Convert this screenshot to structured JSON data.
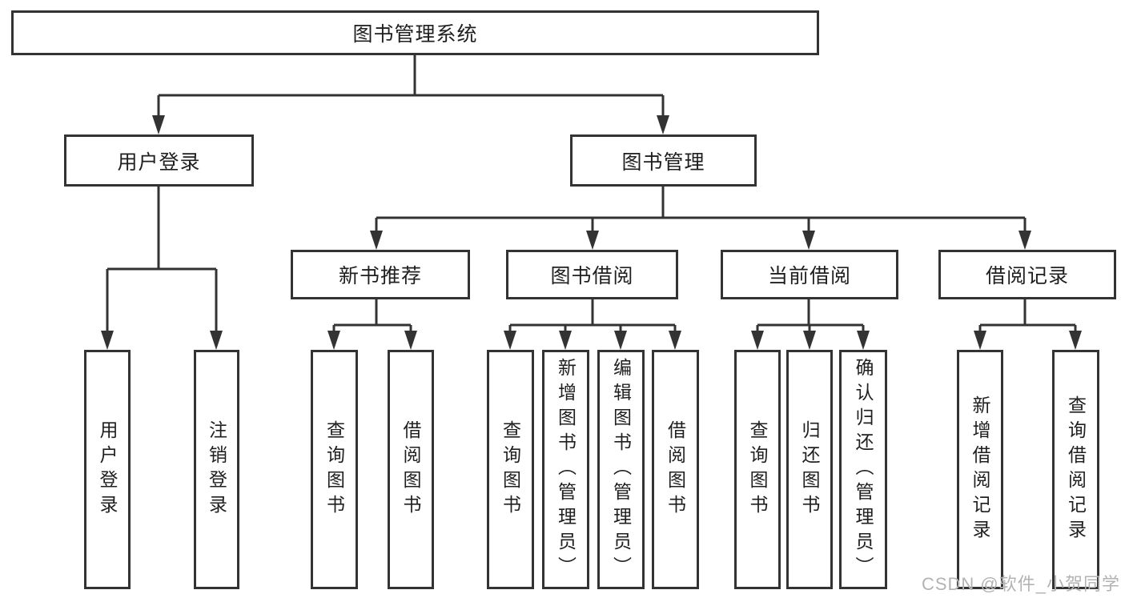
{
  "tree": {
    "label": "图书管理系统",
    "children": [
      {
        "label": "用户登录",
        "children": [
          {
            "label": "用户登录"
          },
          {
            "label": "注销登录"
          }
        ]
      },
      {
        "label": "图书管理",
        "children": [
          {
            "label": "新书推荐",
            "children": [
              {
                "label": "查询图书"
              },
              {
                "label": "借阅图书"
              }
            ]
          },
          {
            "label": "图书借阅",
            "children": [
              {
                "label": "查询图书"
              },
              {
                "label": "新增图书（管理员）"
              },
              {
                "label": "编辑图书（管理员）"
              },
              {
                "label": "借阅图书"
              }
            ]
          },
          {
            "label": "当前借阅",
            "children": [
              {
                "label": "查询图书"
              },
              {
                "label": "归还图书"
              },
              {
                "label": "确认归还（管理员）"
              }
            ]
          },
          {
            "label": "借阅记录",
            "children": [
              {
                "label": "新增借阅记录"
              },
              {
                "label": "查询借阅记录"
              }
            ]
          }
        ]
      }
    ]
  },
  "watermark": {
    "text": "CSDN @软件_小贺同学"
  },
  "colors": {
    "line": "#333333",
    "box_border": "#333333",
    "box_fill": "#ffffff",
    "label_text": "#1f1f1f",
    "watermark_text": "#b3b3b3",
    "background": "#ffffff"
  }
}
